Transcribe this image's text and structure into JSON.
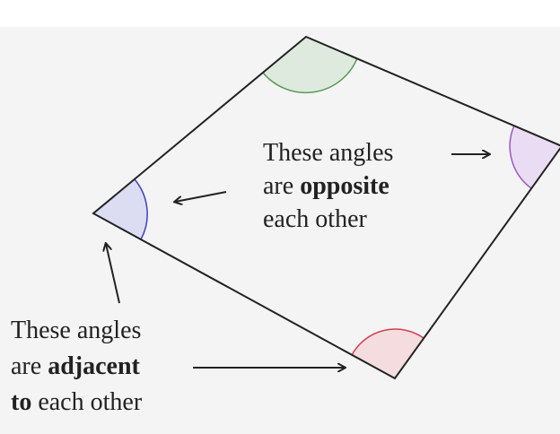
{
  "opposite_label": {
    "line1": "These angles",
    "line2_pre": "are ",
    "line2_bold": "opposite",
    "line3": "each other"
  },
  "adjacent_label": {
    "line1": "These angles",
    "line2_pre": "are ",
    "line2_bold": "adjacent",
    "line3_bold": "to",
    "line3_post": " each other"
  },
  "colors": {
    "top_angle": "#5a9a5a",
    "left_angle": "#4040c0",
    "right_angle": "#9a5ac0",
    "bottom_angle": "#d04050",
    "outline": "#222222"
  }
}
